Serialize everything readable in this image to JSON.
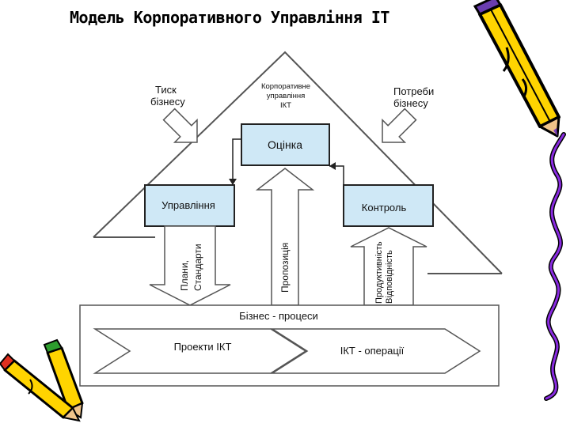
{
  "title": "Модель Корпоративного Управління IT",
  "diagram": {
    "apex_label": [
      "Корпоративне",
      "управління",
      "ІКТ"
    ],
    "left_pressure": [
      "Тиск",
      "бізнесу"
    ],
    "right_pressure": [
      "Потреби",
      "бізнесу"
    ],
    "box_evaluate": "Оцінка",
    "box_direct": "Управління",
    "box_monitor": "Контроль",
    "arrow_plans": [
      "Плани,",
      "Стандарти"
    ],
    "arrow_proposal": "Пропозиція",
    "arrow_performance": [
      "Продуктивність",
      "Відповідність"
    ],
    "business_processes": "Бізнес - процеси",
    "chevron_projects": "Проекти ІКТ",
    "chevron_operations": "ІКТ - операції"
  },
  "colors": {
    "box_fill": "#cfe8f6",
    "line": "#555555",
    "pencil_body": "#ffd400",
    "pencil_outline": "#000000",
    "squiggle": "#8a2be2"
  }
}
